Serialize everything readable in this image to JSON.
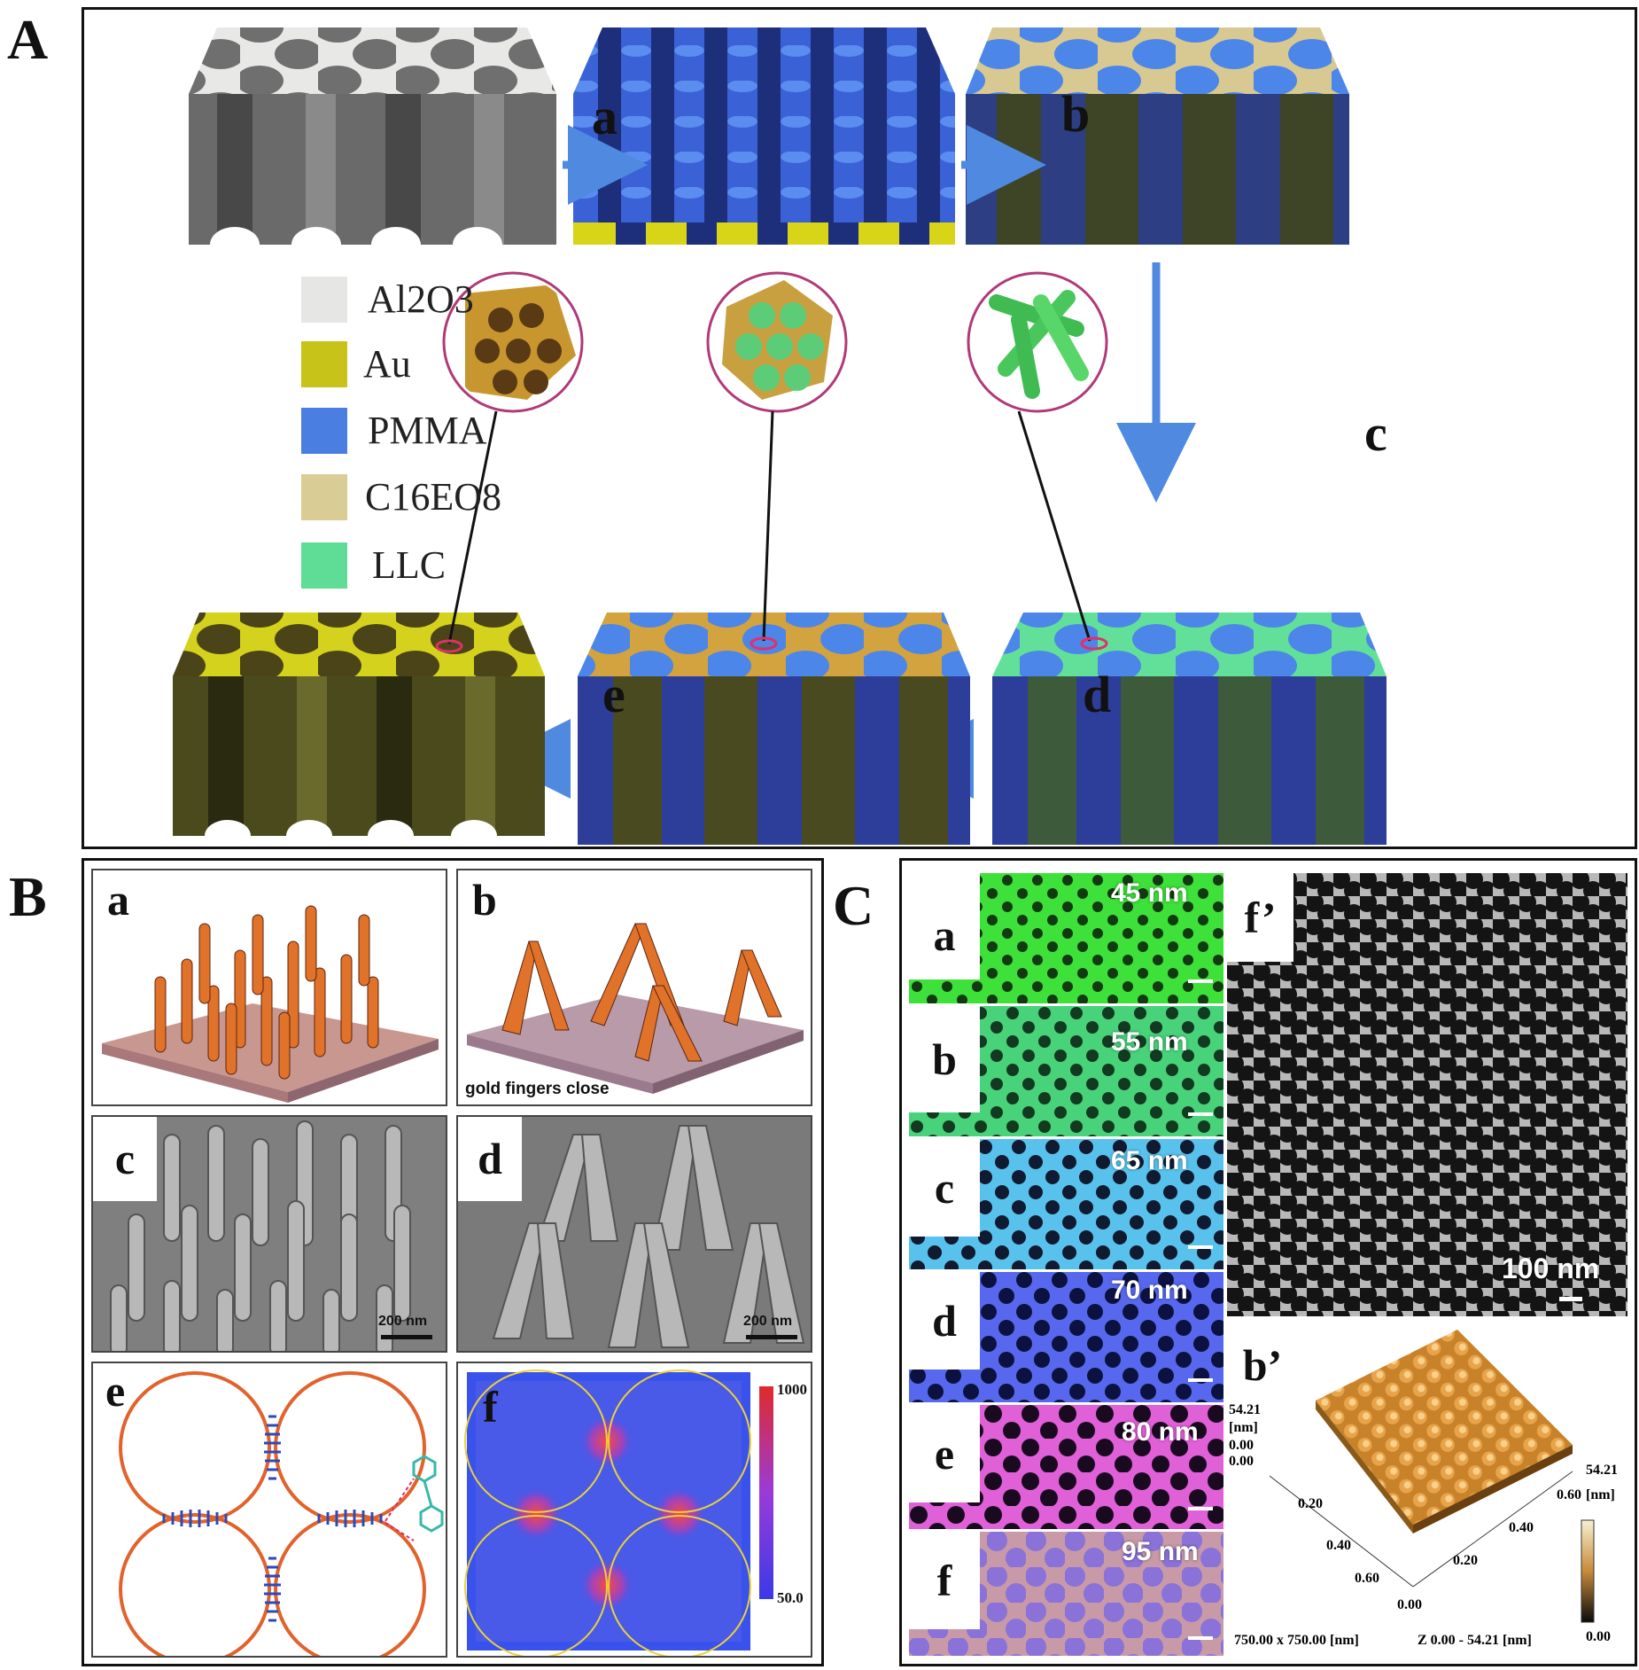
{
  "panel_A": {
    "letter": "A",
    "steps": {
      "a": "a",
      "b": "b",
      "c": "c",
      "d": "d",
      "e": "e"
    },
    "legend": [
      {
        "label": "Al2O3",
        "color": "#e6e6e4"
      },
      {
        "label": "Au",
        "color": "#c8c318"
      },
      {
        "label": "PMMA",
        "color": "#4a7ee0"
      },
      {
        "label": "C16EO8",
        "color": "#d9cc95"
      },
      {
        "label": "LLC",
        "color": "#5fdc96"
      }
    ]
  },
  "panel_B": {
    "letter": "B",
    "sub": {
      "a": "a",
      "b": "b",
      "c": "c",
      "d": "d",
      "e": "e",
      "f": "f"
    },
    "caption_b": "gold fingers close",
    "scale_c": "200 nm",
    "scale_d": "200 nm",
    "colorbar_max": "1000",
    "colorbar_min": "50.0"
  },
  "panel_C": {
    "letter": "C",
    "strips": [
      {
        "letter": "a",
        "size": "45 nm",
        "color": "#3ee03a"
      },
      {
        "letter": "b",
        "size": "55 nm",
        "color": "#48d27a"
      },
      {
        "letter": "c",
        "size": "65 nm",
        "color": "#58c2ec"
      },
      {
        "letter": "d",
        "size": "70 nm",
        "color": "#5868ee"
      },
      {
        "letter": "e",
        "size": "80 nm",
        "color": "#e060d8"
      },
      {
        "letter": "f",
        "size": "95 nm",
        "color": "#8a72d8"
      }
    ],
    "f_prime": "f’",
    "f_prime_scale": "100 nm",
    "b_prime": "b’",
    "afm": {
      "z_max": "54.21",
      "z_unit": "[nm]",
      "z_min": "0.00",
      "x_ticks": [
        "0.20",
        "0.40",
        "0.60"
      ],
      "x_zero": "0.00",
      "y_ticks": [
        "0.20",
        "0.40",
        "0.60"
      ],
      "y_max": "54.21",
      "y_unit": "[nm]",
      "footer_left": "750.00 x 750.00 [nm]",
      "footer_right": "Z  0.00  -  54.21 [nm]",
      "bar_bottom": "0.00"
    }
  }
}
